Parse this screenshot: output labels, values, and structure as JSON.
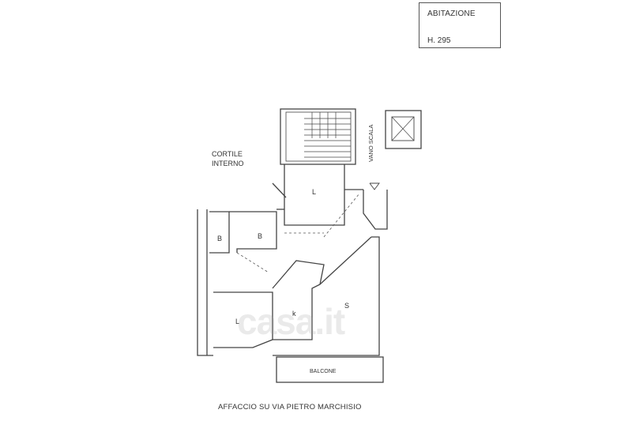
{
  "title_block": {
    "type": "ABITAZIONE",
    "height": "H. 295"
  },
  "labels": {
    "cortile": "CORTILE",
    "interno": "INTERNO",
    "vano_scala": "VANO SCALA",
    "room_l_top": "L",
    "room_b1": "B",
    "room_b2": "B",
    "room_l_left": "L",
    "room_k": "k",
    "room_s": "S",
    "balcone": "BALCONE"
  },
  "caption": "AFFACCIO SU VIA PIETRO MARCHISIO",
  "watermark": "casa.it"
}
